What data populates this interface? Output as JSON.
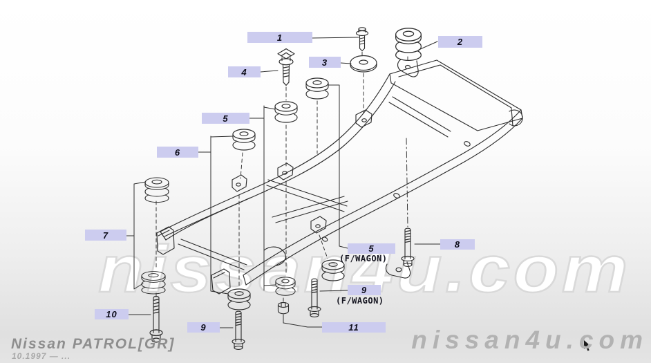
{
  "watermarks": {
    "center": "nissan4u.com",
    "footer_right": "nissan4u.com"
  },
  "footer": {
    "model": "Nissan PATROL[GR]",
    "period": "10.1997 — ..."
  },
  "diagram": {
    "callouts": [
      {
        "label": "1"
      },
      {
        "label": "2"
      },
      {
        "label": "3"
      },
      {
        "label": "4"
      },
      {
        "label": "5"
      },
      {
        "label": "6"
      },
      {
        "label": "7"
      },
      {
        "label": "8"
      },
      {
        "label": "5",
        "note": "(F/WAGON)"
      },
      {
        "label": "9",
        "note": "(F/WAGON)"
      },
      {
        "label": "10"
      },
      {
        "label": "9"
      },
      {
        "label": "11"
      }
    ]
  },
  "icons": {
    "cursor": "mouse-pointer-icon"
  },
  "colors": {
    "callout_bg": "#ccccef",
    "callout_text": "#0d0d1a",
    "drawing_line": "#2e2e2e",
    "watermark_fill": "#ffffff",
    "watermark_outline": "#d9d9d9",
    "footer_text": "#8e8e8e",
    "background_top": "#ffffff",
    "background_bottom": "#e0e0e0"
  }
}
